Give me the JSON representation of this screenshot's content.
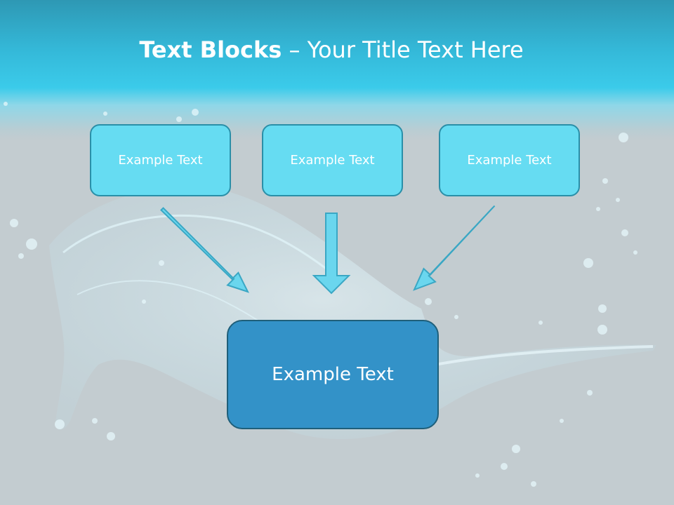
{
  "slide": {
    "title_bold": "Text Blocks",
    "title_rest": " – Your Title Text Here"
  },
  "boxes": [
    {
      "label": "Example Text"
    },
    {
      "label": "Example Text"
    },
    {
      "label": "Example Text"
    }
  ],
  "main_box": {
    "label": "Example Text"
  },
  "colors": {
    "header": "#3bcbea",
    "background": "#c3ccd0",
    "box_fill": "#66dcf2",
    "box_border": "#2a8fa8",
    "main_box_fill": "#3392c8",
    "main_box_border": "#1f5f7a",
    "arrow_fill": "#6ad6ee"
  }
}
